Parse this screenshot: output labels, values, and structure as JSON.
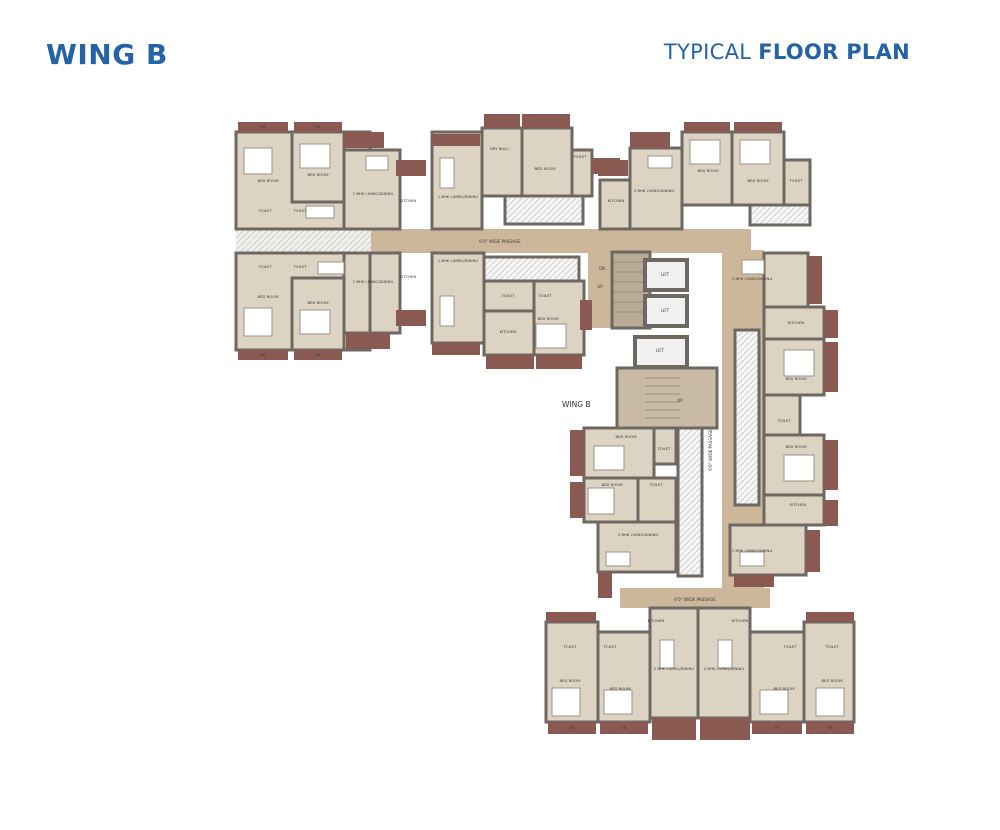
{
  "header": {
    "wing_title": "WING B",
    "plan_title_prefix": "TYPICAL",
    "plan_title_emphasis": "FLOOR PLAN"
  },
  "labels": {
    "wing_label": "WING B",
    "passage_top": "6'0\" WIDE PASSAGE",
    "passage_right": "6'0\" WIDE PASSAGE",
    "passage_bottom": "6'0\" WIDE PASSAGE",
    "lift_1": "LIFT",
    "lift_2": "LIFT",
    "lift_3": "LIFT",
    "up_1": "UP",
    "up_2": "UP",
    "dn": "DN"
  },
  "rooms": {
    "bed_room": "BED ROOM",
    "toilet": "TOILET",
    "kitchen": "KITCHEN",
    "living_2bhk": "2 BHK LIVING/DINING",
    "living_1bhk": "1 BHK LIVING/DINING",
    "dry_balcony": "DRY BALC.",
    "flower_bed": "F.B."
  },
  "colors": {
    "title_blue": "#2563a8",
    "wall": "#6e6862",
    "room_floor": "#ddd3c2",
    "passage": "#cdb79a",
    "balcony": "#8a5a52",
    "lift": "#f1f1f1"
  }
}
